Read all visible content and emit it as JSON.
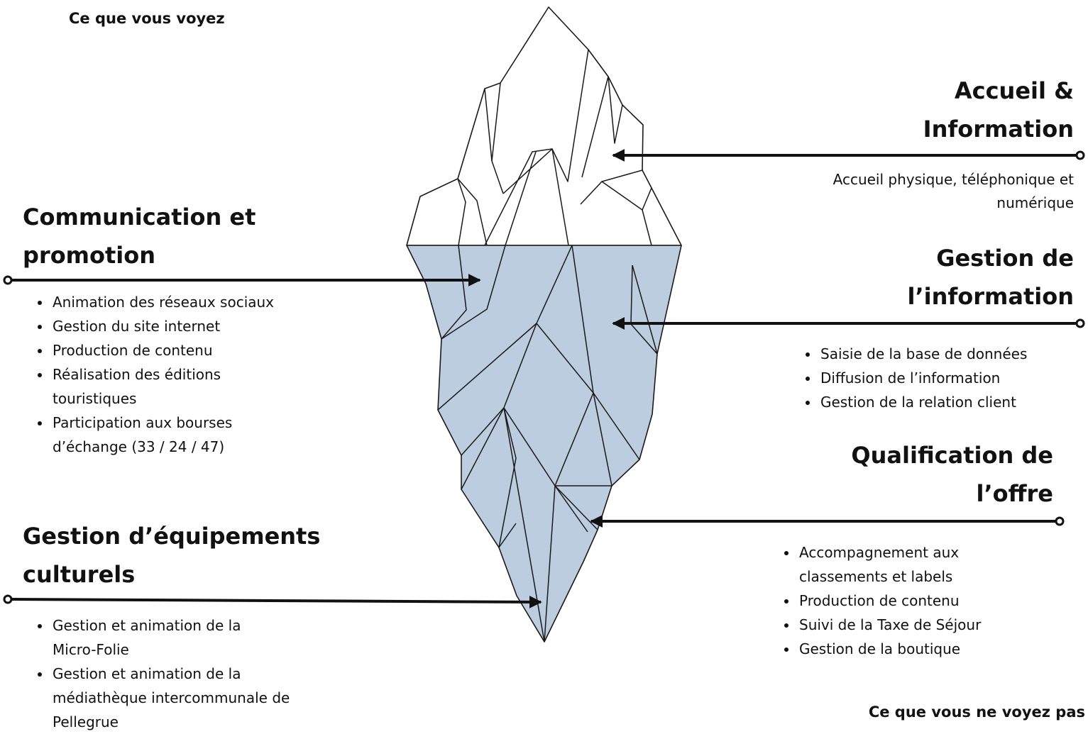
{
  "visible_label": "Ce que vous voyez",
  "hidden_label": "Ce que vous ne voyez pas",
  "colors": {
    "line": "#1a1a1a",
    "ice_above": "#ffffff",
    "ice_below": "#bccddf",
    "text": "#111111"
  },
  "sections": {
    "accueil": {
      "title_lines": [
        "Accueil &",
        "Information"
      ],
      "description_lines": [
        "Accueil physique, téléphonique et",
        "numérique"
      ]
    },
    "communication": {
      "title_lines": [
        "Communication et",
        "promotion"
      ],
      "items": [
        "Animation des réseaux sociaux",
        "Gestion du site internet",
        "Production de contenu",
        "Réalisation des éditions touristiques",
        "Participation aux bourses d’échange (33 / 24 / 47)"
      ]
    },
    "gestion_info": {
      "title_lines": [
        "Gestion de",
        "l’information"
      ],
      "items": [
        "Saisie de la base de données",
        "Diffusion de l’information",
        "Gestion de la relation client"
      ]
    },
    "qualification": {
      "title_lines": [
        "Qualification de",
        "l’offre"
      ],
      "items": [
        "Accompagnement aux classements et labels",
        "Production de contenu",
        "Suivi de la Taxe de Séjour",
        "Gestion de la boutique"
      ]
    },
    "equipements": {
      "title_lines": [
        "Gestion d’équipements",
        "culturels"
      ],
      "items": [
        "Gestion et animation de la Micro-Folie",
        "Gestion et animation de la médiathèque intercommunale de Pellegrue"
      ]
    }
  }
}
